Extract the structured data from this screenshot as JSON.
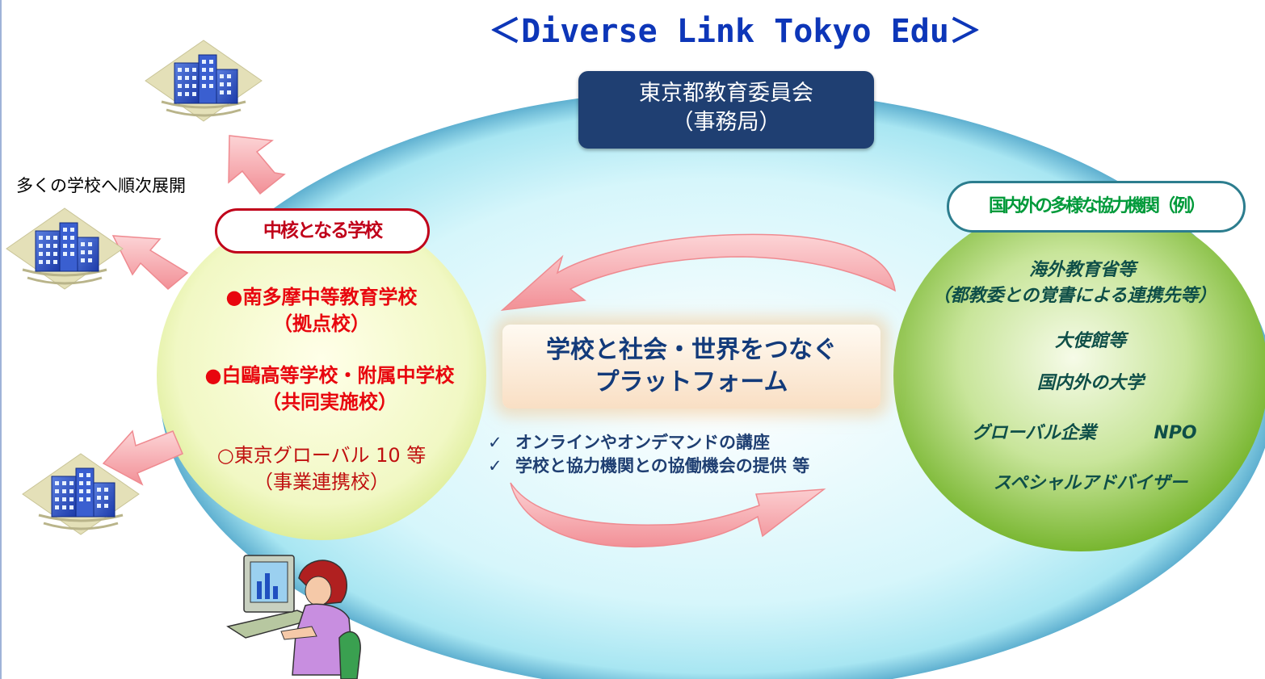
{
  "title": "＜Diverse Link Tokyo Edu＞",
  "board": {
    "line1": "東京都教育委員会",
    "line2": "（事務局）"
  },
  "spread_label": "多くの学校へ順次展開",
  "core": {
    "label": "中核となる学校",
    "schools": [
      {
        "name": "●南多摩中等教育学校",
        "role": "（拠点校）"
      },
      {
        "name": "●白鷗高等学校・附属中学校",
        "role": "（共同実施校）"
      },
      {
        "name": "○東京グローバル 10 等",
        "role": "（事業連携校）"
      }
    ]
  },
  "platform": {
    "line1": "学校と社会・世界をつなぐ",
    "line2": "プラットフォーム"
  },
  "services": [
    "オンラインやオンデマンドの講座",
    "学校と協力機関との協働機会の提供 等"
  ],
  "partners": {
    "label": "国内外の多様な協力機関（例）",
    "items": {
      "ministries": "海外教育省等",
      "ministries_note": "（都教委との覚書による連携先等）",
      "embassies": "大使館等",
      "universities": "国内外の大学",
      "global_companies": "グローバル企業",
      "npo": "NPO",
      "advisers": "スペシャルアドバイザー"
    }
  },
  "colors": {
    "title": "#0d36b8",
    "board_bg": "#1f3f72",
    "core_red": "#e8060e",
    "partner_green": "#009a3a",
    "arrow_pink": "#f7a9ad"
  },
  "icons": [
    "school-building-icon",
    "student-computer-icon",
    "checkmark-icon"
  ]
}
